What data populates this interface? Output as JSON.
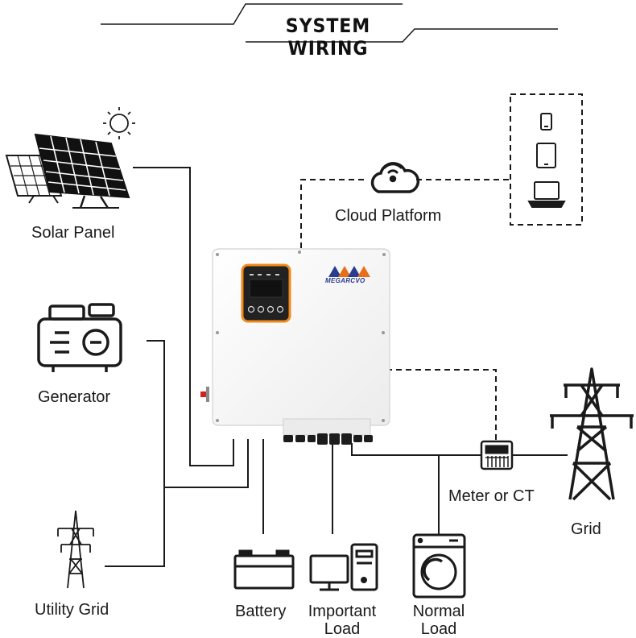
{
  "title": "SYSTEM WIRING",
  "brand": "MEGARCVO",
  "nodes": {
    "solar_panel": "Solar Panel",
    "cloud_platform": "Cloud Platform",
    "generator": "Generator",
    "utility_grid": "Utility Grid",
    "battery": "Battery",
    "important_load_1": "Important",
    "important_load_2": "Load",
    "normal_load_1": "Normal",
    "normal_load_2": "Load",
    "meter": "Meter or CT",
    "grid": "Grid"
  },
  "icons": {
    "solar": "solar-panel-icon",
    "sun": "sun-icon",
    "cloud": "cloud-wifi-icon",
    "phone": "phone-icon",
    "tablet": "tablet-icon",
    "laptop": "laptop-icon",
    "generator": "generator-icon",
    "utility_tower": "transmission-tower-icon",
    "battery": "battery-icon",
    "pc": "computer-icon",
    "washer": "washing-machine-icon",
    "meter": "meter-icon",
    "grid_tower": "transmission-tower-icon"
  },
  "colors": {
    "line": "#1a1a1a",
    "inverter_body": "#f4f4f4",
    "display_accent": "#f08a1c",
    "brand_blue": "#2b3b8f",
    "brand_orange": "#e86f1a"
  }
}
